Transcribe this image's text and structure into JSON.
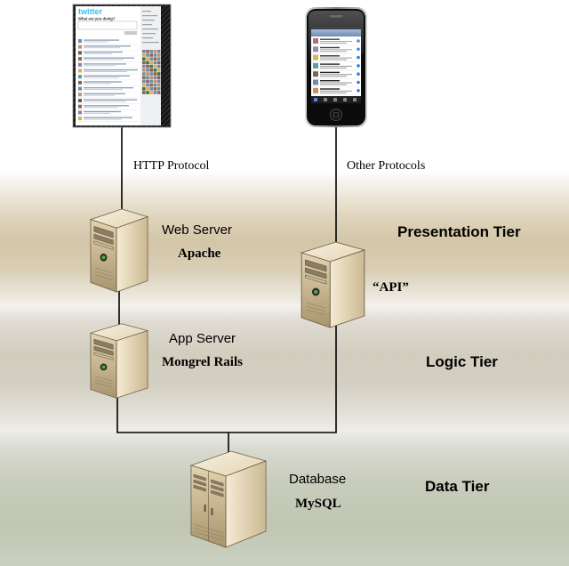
{
  "clients": {
    "browser": {
      "logo": "twitter",
      "prompt": "What are you doing?"
    }
  },
  "protocols": {
    "http": "HTTP Protocol",
    "other": "Other Protocols"
  },
  "nodes": {
    "web_server": {
      "role": "Web Server",
      "software": "Apache"
    },
    "api": {
      "software": "“API”"
    },
    "app_server": {
      "role": "App Server",
      "software": "Mongrel Rails"
    },
    "database": {
      "role": "Database",
      "software": "MySQL"
    }
  },
  "tiers": {
    "presentation": "Presentation Tier",
    "logic": "Logic Tier",
    "data": "Data Tier"
  }
}
